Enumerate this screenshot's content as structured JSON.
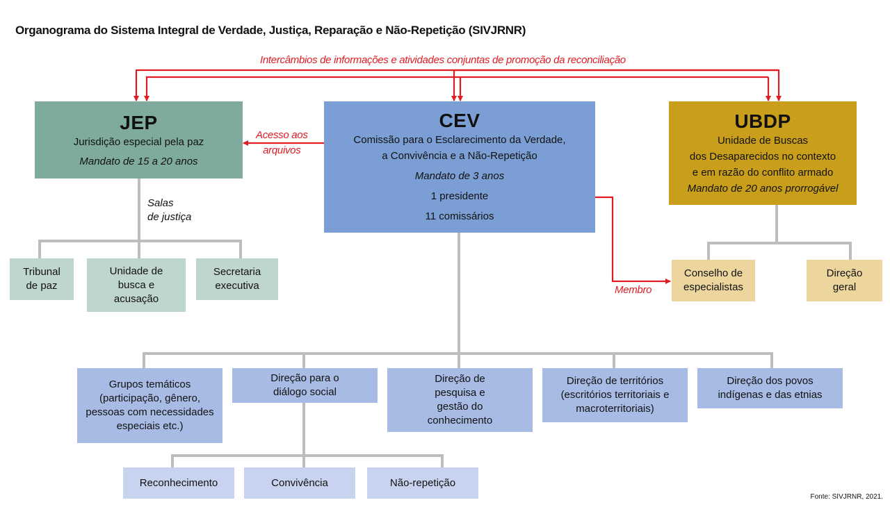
{
  "title": "Organograma do Sistema Integral de Verdade, Justiça, Reparação e Não-Repetição (SIVJRNR)",
  "labels": {
    "exchange": "Intercâmbios de informações e atividades conjuntas de promoção da reconciliação",
    "access_1": "Acesso aos",
    "access_2": "arquivos",
    "member": "Membro",
    "salas_1": "Salas",
    "salas_2": "de justiça"
  },
  "colors": {
    "jep": "#7fab9f",
    "cev": "#7b9fd4",
    "ubdp": "#c89e1a",
    "red": "#e11b22",
    "line": "#bdbdbd"
  },
  "jep": {
    "abbr": "JEP",
    "name": "Jurisdição especial pela paz",
    "mandate": "Mandato de 15 a 20 anos",
    "children": [
      "Tribunal de paz",
      "Unidade de busca e acusação",
      "Secretaria executiva"
    ]
  },
  "cev": {
    "abbr": "CEV",
    "name_1": "Comissão para o Esclarecimento da Verdade,",
    "name_2": "a Convivência e a Não-Repetição",
    "mandate": "Mandato de 3 anos",
    "president": "1 presidente",
    "commissioners": "11 comissários",
    "children": [
      "Grupos temáticos (participação, gênero, pessoas com necessidades especiais etc.)",
      "Direção para o diálogo social",
      "Direção de pesquisa e gestão do conhecimento",
      "Direção de territórios (escritórios territoriais e macroterritoriais)",
      "Direção dos povos indígenas e das etnias"
    ],
    "dialogue_children": [
      "Reconhecimento",
      "Convivência",
      "Não-repetição"
    ]
  },
  "ubdp": {
    "abbr": "UBDP",
    "name_1": "Unidade de Buscas",
    "name_2": "dos Desaparecidos no contexto",
    "name_3": "e em razão do conflito armado",
    "mandate": "Mandato de 20 anos prorrogável",
    "children": [
      "Conselho de especialistas",
      "Direção geral"
    ]
  },
  "source": "Fonte: SIVJRNR, 2021."
}
